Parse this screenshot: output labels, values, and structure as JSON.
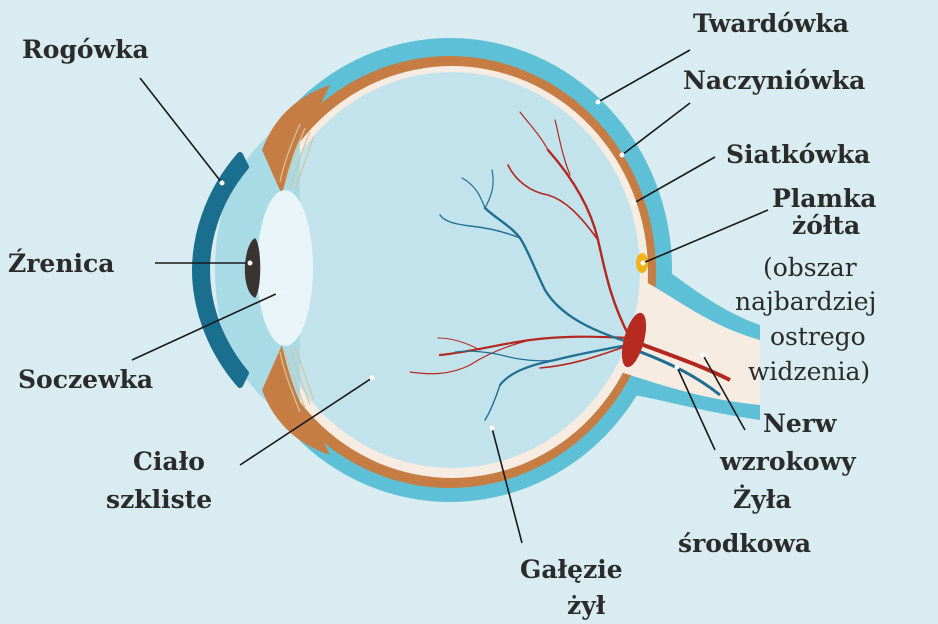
{
  "labels": {
    "cornea": "Rogówka",
    "sclera": "Twardówka",
    "choroid": "Naczyniówka",
    "retina": "Siatkówka",
    "macula_1": "Plamka",
    "macula_2": "żółta",
    "macula_note_1": "(obszar",
    "macula_note_2": "najbardziej",
    "macula_note_3": "ostrego",
    "macula_note_4": "widzenia)",
    "pupil": "Źrenica",
    "lens": "Soczewka",
    "vitreous_1": "Ciało",
    "vitreous_2": "szkliste",
    "optic_nerve_1": "Nerw",
    "optic_nerve_2": "wzrokowy",
    "central_vein_1": "Żyła",
    "central_vein_2": "środkowa",
    "vein_branches_1": "Gałęzie",
    "vein_branches_2": "żył"
  },
  "colors": {
    "background": "#d8ecf1",
    "sclera": "#5ec0d6",
    "choroid": "#c67d44",
    "retina": "#f7ece2",
    "vitreous": "#c3e3ec",
    "cornea": "#1a6e8e",
    "iris": "#3a3430",
    "lens": "#e8f4f8",
    "macula": "#f2b316",
    "artery": "#b5271e",
    "vein": "#1f6f93",
    "optic_disc": "#b62a20"
  }
}
